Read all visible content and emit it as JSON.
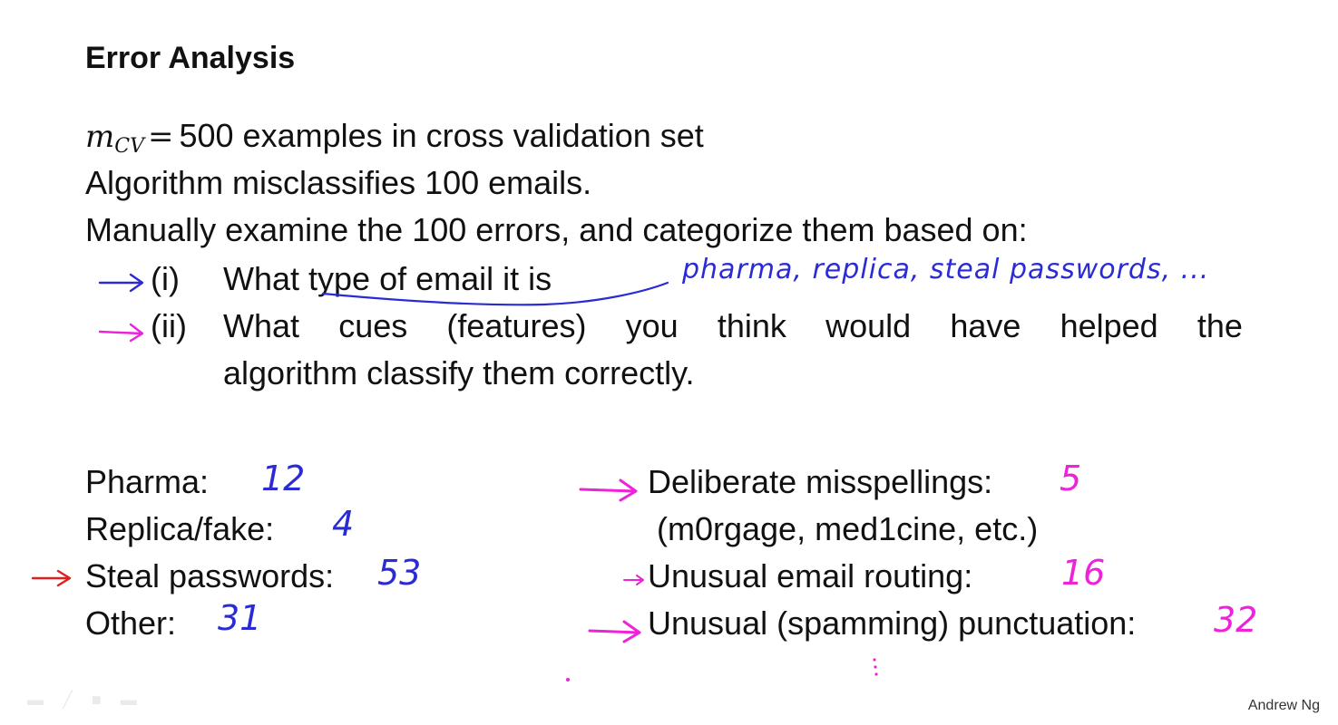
{
  "slide": {
    "title": "Error Analysis",
    "intro": {
      "math_symbol": "m",
      "math_subscript": "CV",
      "math_equals": "=",
      "examples_text": "500 examples in cross validation set",
      "misclassify_text": "Algorithm misclassifies 100 emails.",
      "manual_text": "Manually examine the 100 errors, and categorize them based on:"
    },
    "criteria": [
      {
        "numeral": "(i)",
        "text": "What type of email it is"
      },
      {
        "numeral": "(ii)",
        "text_words": [
          "What",
          "cues",
          "(features)",
          "you",
          "think",
          "would",
          "have",
          "helped",
          "the"
        ],
        "text_line2": "algorithm classify them correctly."
      }
    ],
    "handwritten_note": "pharma, replica, steal passwords, ...",
    "email_types": [
      {
        "label": "Pharma:",
        "count": "12"
      },
      {
        "label": "Replica/fake:",
        "count": "4"
      },
      {
        "label": "Steal passwords:",
        "count": "53"
      },
      {
        "label": "Other:",
        "count": "31"
      }
    ],
    "cues": [
      {
        "label": "Deliberate misspellings:",
        "count": "5",
        "example": "(m0rgage, med1cine, etc.)"
      },
      {
        "label": "Unusual email routing:",
        "count": "16"
      },
      {
        "label": "Unusual (spamming) punctuation:",
        "count": "32"
      }
    ],
    "author": "Andrew Ng"
  },
  "colors": {
    "text": "#111111",
    "ink_blue": "#2b2bd6",
    "ink_pink": "#ee22d8",
    "ink_red": "#e02020"
  }
}
